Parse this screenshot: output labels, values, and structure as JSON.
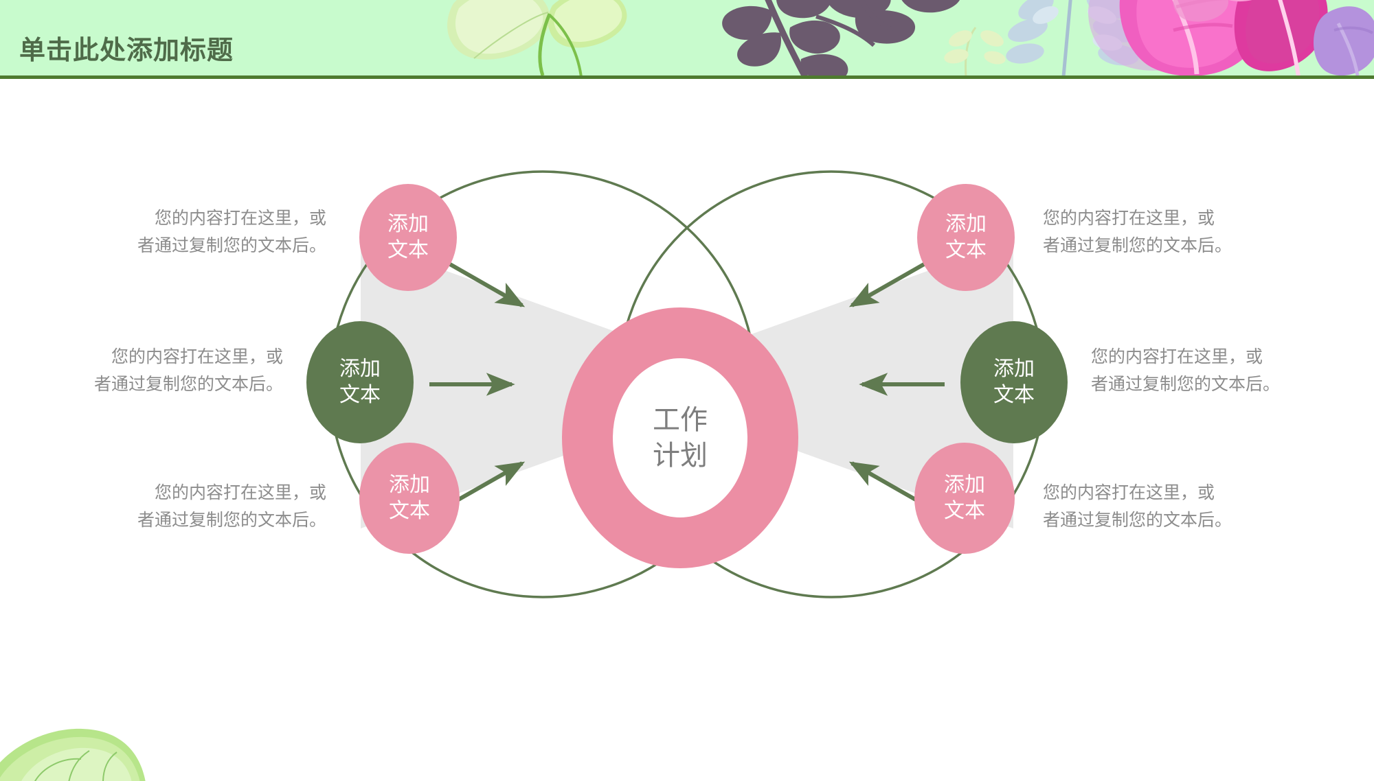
{
  "slide": {
    "title": "单击此处添加标题",
    "background_color": "#ffffff",
    "banner_color": "#c8fbcd",
    "banner_rule_color": "#4e7a2f",
    "title_color": "#4f6b49"
  },
  "colors": {
    "pink": "#eb93a8",
    "green": "#5f7a50",
    "gray_fan": "#e8e8e8",
    "body_text": "#8c8c8c",
    "center_text": "#7e7e7e",
    "outline": "#5f7a50"
  },
  "center": {
    "line1": "工作",
    "line2": "计划"
  },
  "nodes": [
    {
      "id": "top-left",
      "line1": "添加",
      "line2": "文本",
      "color": "pink"
    },
    {
      "id": "mid-left",
      "line1": "添加",
      "line2": "文本",
      "color": "green"
    },
    {
      "id": "bottom-left",
      "line1": "添加",
      "line2": "文本",
      "color": "pink"
    },
    {
      "id": "top-right",
      "line1": "添加",
      "line2": "文本",
      "color": "pink"
    },
    {
      "id": "mid-right",
      "line1": "添加",
      "line2": "文本",
      "color": "green"
    },
    {
      "id": "bottom-right",
      "line1": "添加",
      "line2": "文本",
      "color": "pink"
    }
  ],
  "descriptions": [
    {
      "id": "desc-top-left",
      "line1": "您的内容打在这里，或",
      "line2": "者通过复制您的文本后。"
    },
    {
      "id": "desc-mid-left",
      "line1": "您的内容打在这里，或",
      "line2": "者通过复制您的文本后。"
    },
    {
      "id": "desc-bottom-left",
      "line1": "您的内容打在这里，或",
      "line2": "者通过复制您的文本后。"
    },
    {
      "id": "desc-top-right",
      "line1": "您的内容打在这里，或",
      "line2": "者通过复制您的文本后。"
    },
    {
      "id": "desc-mid-right",
      "line1": "您的内容打在这里，或",
      "line2": "者通过复制您的文本后。"
    },
    {
      "id": "desc-bottom-right",
      "line1": "您的内容打在这里，或",
      "line2": "者通过复制您的文本后。"
    }
  ],
  "decorations": {
    "banner_leaves": "botanical-leaves-illustration",
    "corner_leaf": "green-leaf-illustration"
  }
}
